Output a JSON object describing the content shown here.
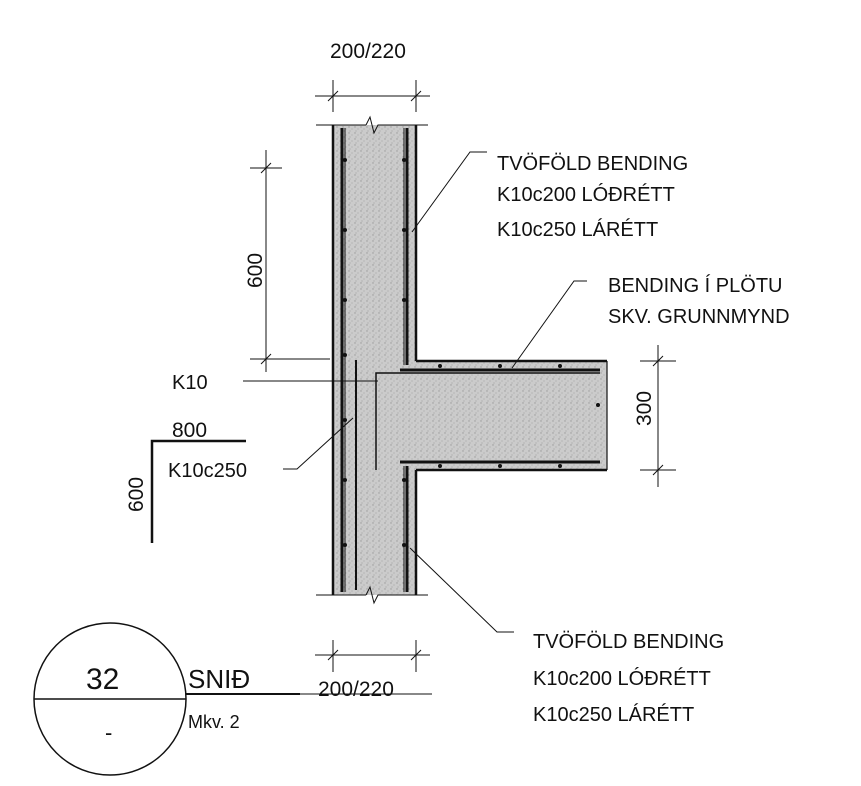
{
  "dimensions": {
    "wall_top": "200/220",
    "wall_bottom": "200/220",
    "lap_vertical": "600",
    "slab_thickness": "300"
  },
  "callouts": {
    "top_reinforcement": [
      "TVÖFÖLD BENDING",
      "K10c200 LÓÐRÉTT",
      "K10c250 LÁRÉTT"
    ],
    "slab_reinforcement": [
      "BENDING Í PLÖTU",
      "SKV. GRUNNMYND"
    ],
    "bottom_reinforcement": [
      "TVÖFÖLD BENDING",
      "K10c200 LÓÐRÉTT",
      "K10c250 LÁRÉTT"
    ],
    "bar_k10": "K10",
    "bar_k10c250": "K10c250"
  },
  "bar_shape": {
    "horizontal_length": "800",
    "vertical_length": "600"
  },
  "section_tag": {
    "number": "32",
    "sheet": "-",
    "title": "SNIÐ",
    "scale": "Mkv. 2"
  },
  "colors": {
    "concrete": "#c9c9c9",
    "line": "#111111"
  }
}
